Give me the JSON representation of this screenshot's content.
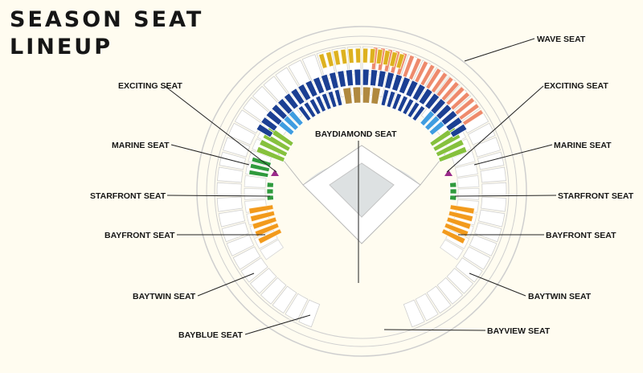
{
  "title": {
    "line1": "SEASON SEAT",
    "line2": "LINEUP"
  },
  "labels": {
    "wave": "WAVE SEAT",
    "exciting_left": "EXCITING SEAT",
    "exciting_right": "EXCITING SEAT",
    "marine_left": "MARINE SEAT",
    "marine_right": "MARINE SEAT",
    "baydiamond": "BAYDIAMOND SEAT",
    "starfront_left": "STARFRONT SEAT",
    "starfront_right": "STARFRONT SEAT",
    "bayfront_left": "BAYFRONT SEAT",
    "bayfront_right": "BAYFRONT SEAT",
    "baytwin_left": "BAYTWIN SEAT",
    "baytwin_right": "BAYTWIN SEAT",
    "bayblue": "BAYBLUE SEAT",
    "bayview": "BAYVIEW SEAT"
  },
  "colors": {
    "wave": "#ee8a6c",
    "exciting": "#9b2a8a",
    "marine": "#f29a1c",
    "starfront": "#2f9a3c",
    "bayfront": "#86c13d",
    "baytwin": "#3f9de0",
    "bayblue": "#1b3f93",
    "baydiamond": "#b0893f",
    "bayview": "#ddb11f",
    "field": "#dde1e2",
    "outline": "#c9c9c9"
  }
}
